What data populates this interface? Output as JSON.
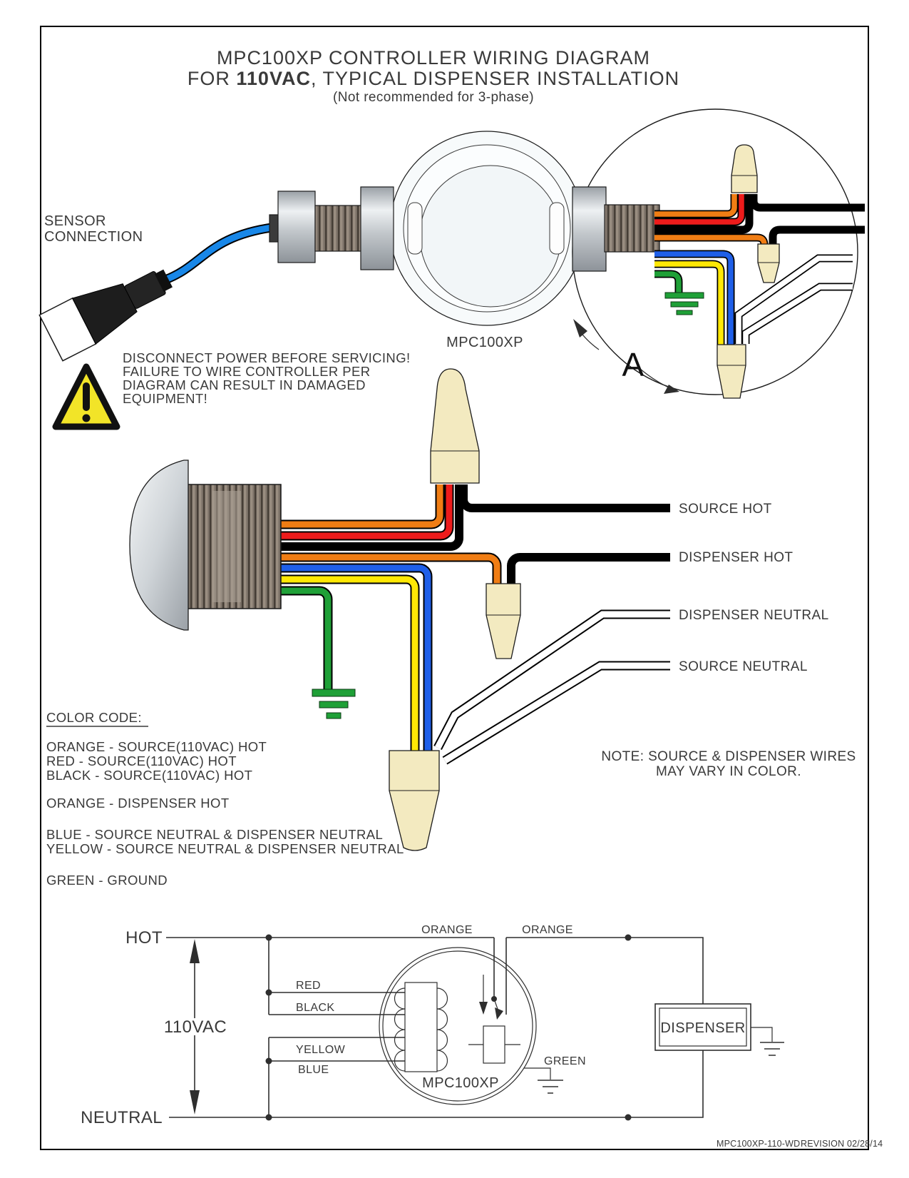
{
  "title": {
    "line1": "MPC100XP CONTROLLER WIRING DIAGRAM",
    "line2_prefix": "FOR ",
    "line2_bold": "110VAC",
    "line2_suffix": ", TYPICAL DISPENSER INSTALLATION",
    "line3": "(Not recommended for 3-phase)"
  },
  "top": {
    "sensor_line1": "SENSOR",
    "sensor_line2": "CONNECTION",
    "controller_label": "MPC100XP",
    "detail_label": "A"
  },
  "warning": {
    "line1": "DISCONNECT POWER BEFORE SERVICING!",
    "line2": "FAILURE TO WIRE CONTROLLER PER",
    "line3": "DIAGRAM CAN RESULT IN DAMAGED",
    "line4": "EQUIPMENT!"
  },
  "wiring": {
    "source_hot": "SOURCE HOT",
    "dispenser_hot": "DISPENSER HOT",
    "dispenser_neutral": "DISPENSER NEUTRAL",
    "source_neutral": "SOURCE NEUTRAL"
  },
  "color_code": {
    "heading": "COLOR CODE:",
    "entries": [
      "ORANGE - SOURCE(110VAC) HOT",
      "RED - SOURCE(110VAC) HOT",
      "BLACK - SOURCE(110VAC) HOT",
      "ORANGE - DISPENSER HOT",
      "BLUE - SOURCE NEUTRAL & DISPENSER NEUTRAL",
      "YELLOW - SOURCE NEUTRAL & DISPENSER NEUTRAL",
      "GREEN - GROUND"
    ]
  },
  "note": {
    "line1": "NOTE: SOURCE & DISPENSER WIRES",
    "line2": "MAY VARY IN COLOR."
  },
  "schematic": {
    "hot": "HOT",
    "neutral": "NEUTRAL",
    "voltage": "110VAC",
    "red": "RED",
    "black": "BLACK",
    "yellow": "YELLOW",
    "blue": "BLUE",
    "orange_left": "ORANGE",
    "orange_right": "ORANGE",
    "green": "GREEN",
    "controller": "MPC100XP",
    "dispenser": "DISPENSER"
  },
  "footer": {
    "doc_number": "MPC100XP-110-WD",
    "revision": "REVISION 02/28/14"
  },
  "colors": {
    "orange": "#F07D14",
    "red": "#ED1B1B",
    "blue": "#1F5FE8",
    "yellow": "#FFE805",
    "green": "#1FA037",
    "white": "#FFFFFF",
    "blue_cable": "#1887E8",
    "wire_nut": "#F3EAC0",
    "warning_yellow": "#F2E428"
  }
}
